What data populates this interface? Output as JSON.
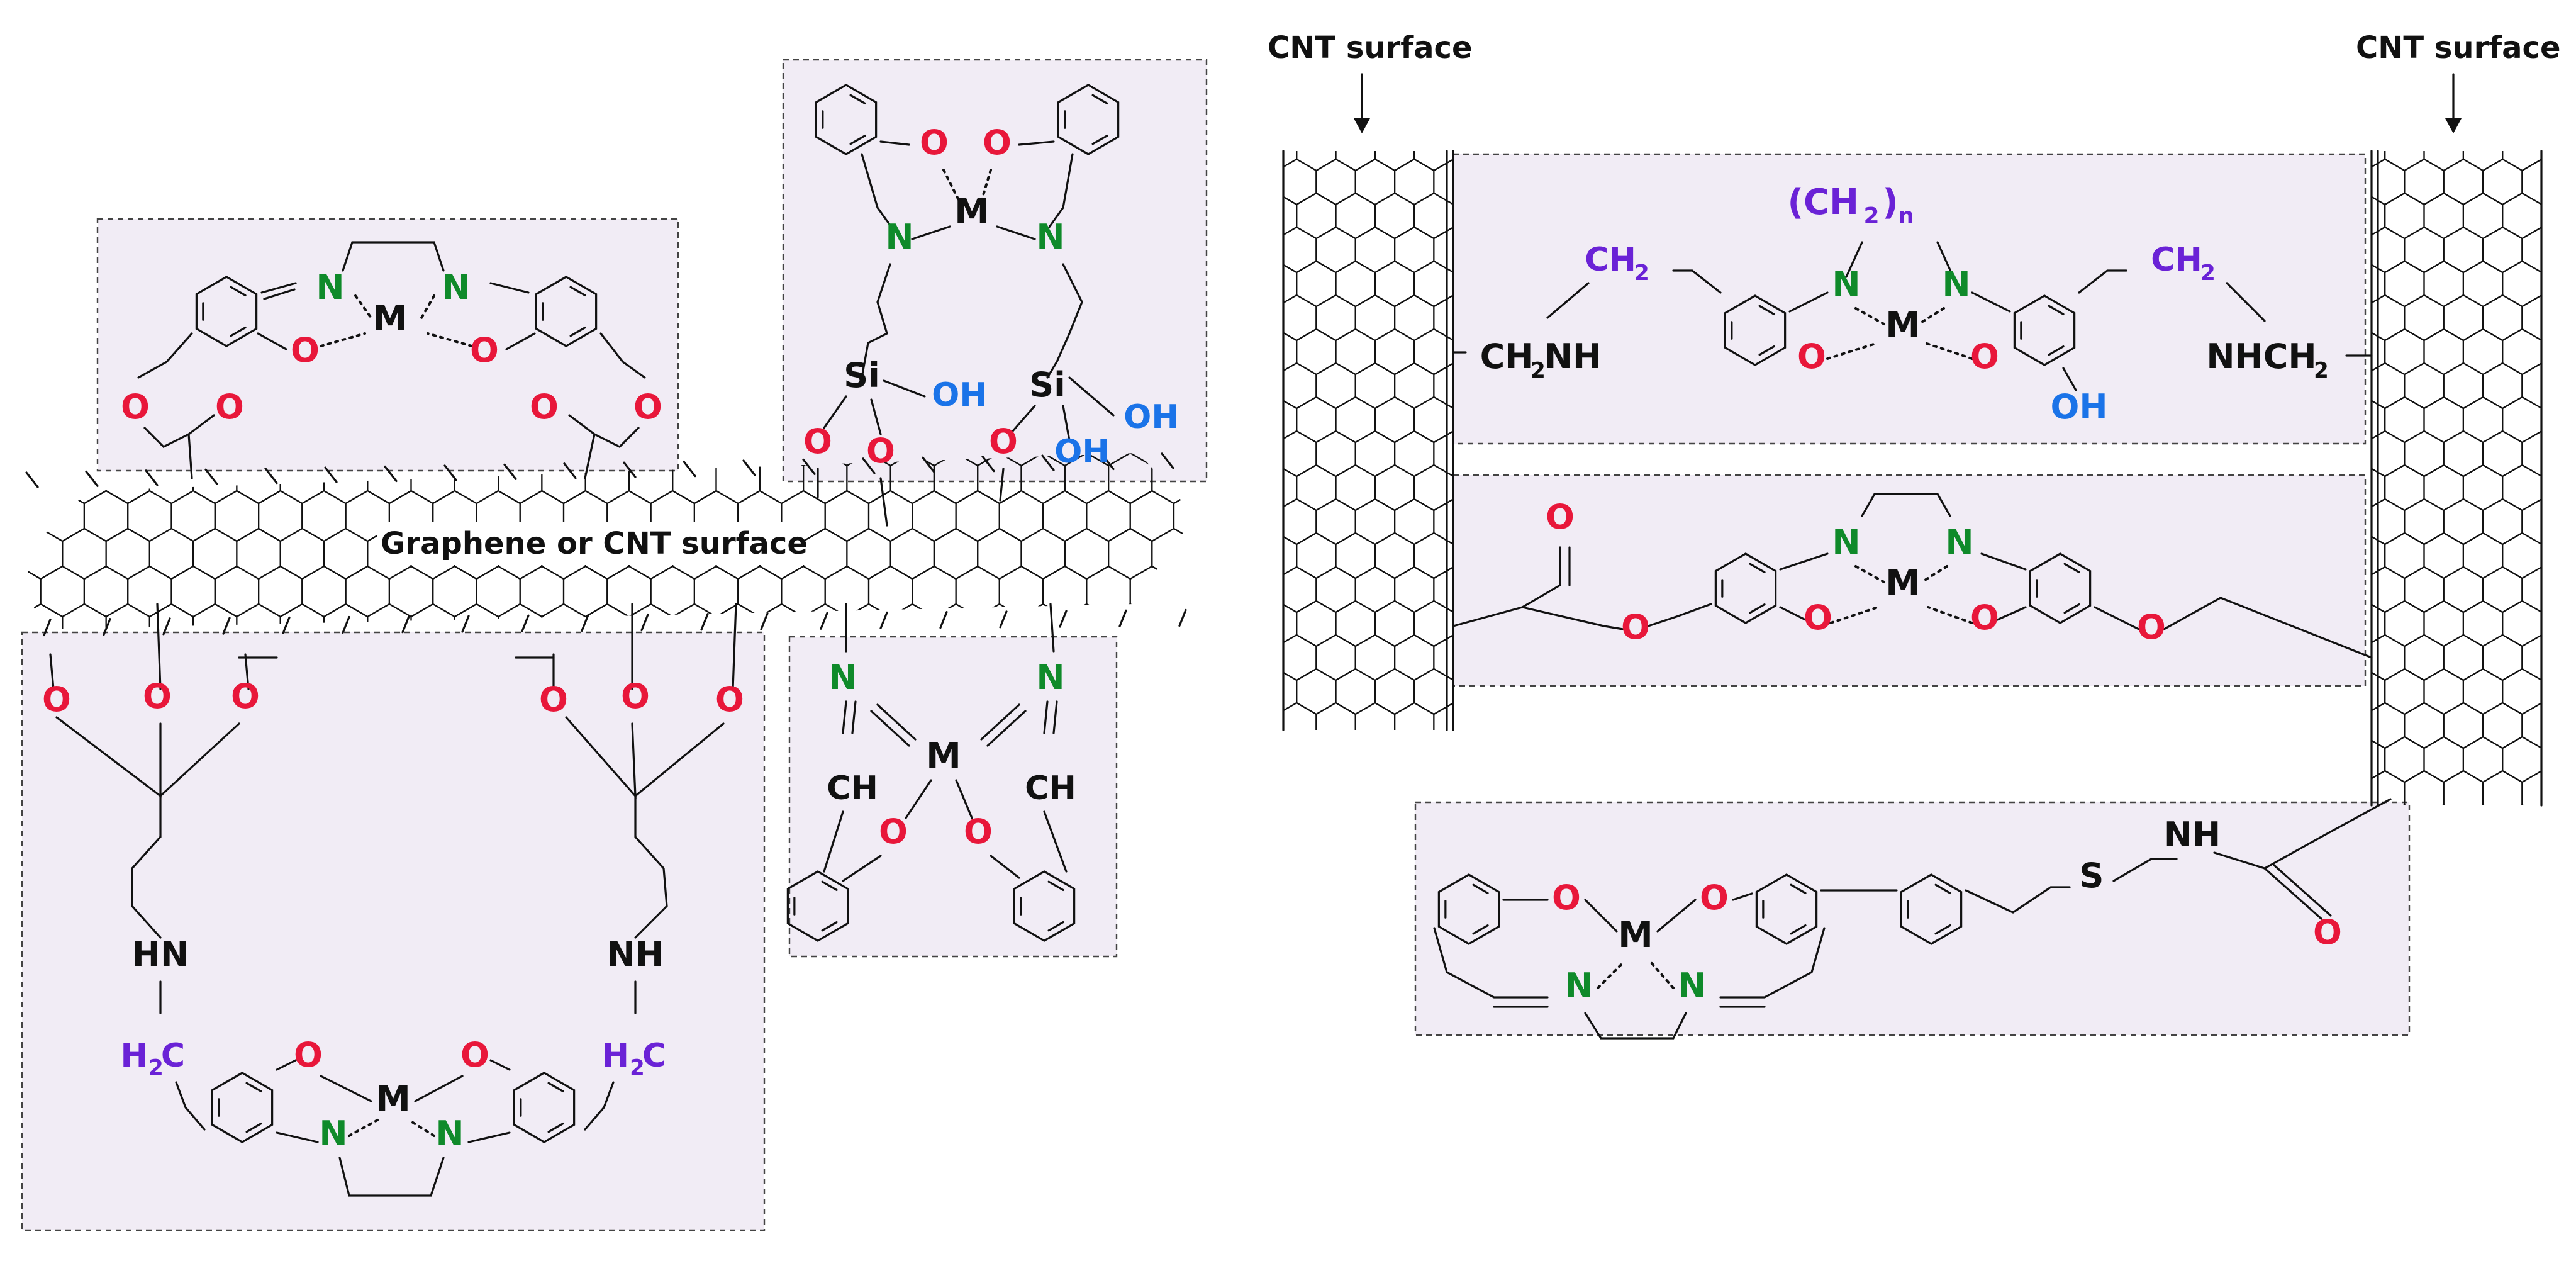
{
  "labels": {
    "graphene_surface": "Graphene or CNT surface",
    "cnt_surface_left": "CNT surface",
    "cnt_surface_right": "CNT surface"
  },
  "atoms": {
    "oxygen": "O",
    "nitrogen": "N",
    "metal": "M",
    "silicon": "Si",
    "sulfur": "S",
    "hydroxyl": "OH",
    "amine": "NH",
    "amine_h": "HN",
    "methine": "CH",
    "methylene_ch2_main": "CH",
    "methylene_ch2_sub": "2",
    "h2c_main": "H",
    "h2c_sub": "2",
    "h2c_tail": "C",
    "ch2nh_main": "CH",
    "ch2nh_sub": "2",
    "ch2nh_tail": "NH",
    "nhch2_main": "NHCH",
    "nhch2_sub": "2",
    "ch2n_open": "(CH",
    "ch2n_sub": "2",
    "ch2n_close": ")",
    "ch2n_n": "n"
  },
  "colors": {
    "oxygen": "#e8173a",
    "nitrogen": "#0f8a2a",
    "hydroxyl": "#1a73e8",
    "methylene": "#6a22d6",
    "panel_fill": "#f1ecf5"
  }
}
